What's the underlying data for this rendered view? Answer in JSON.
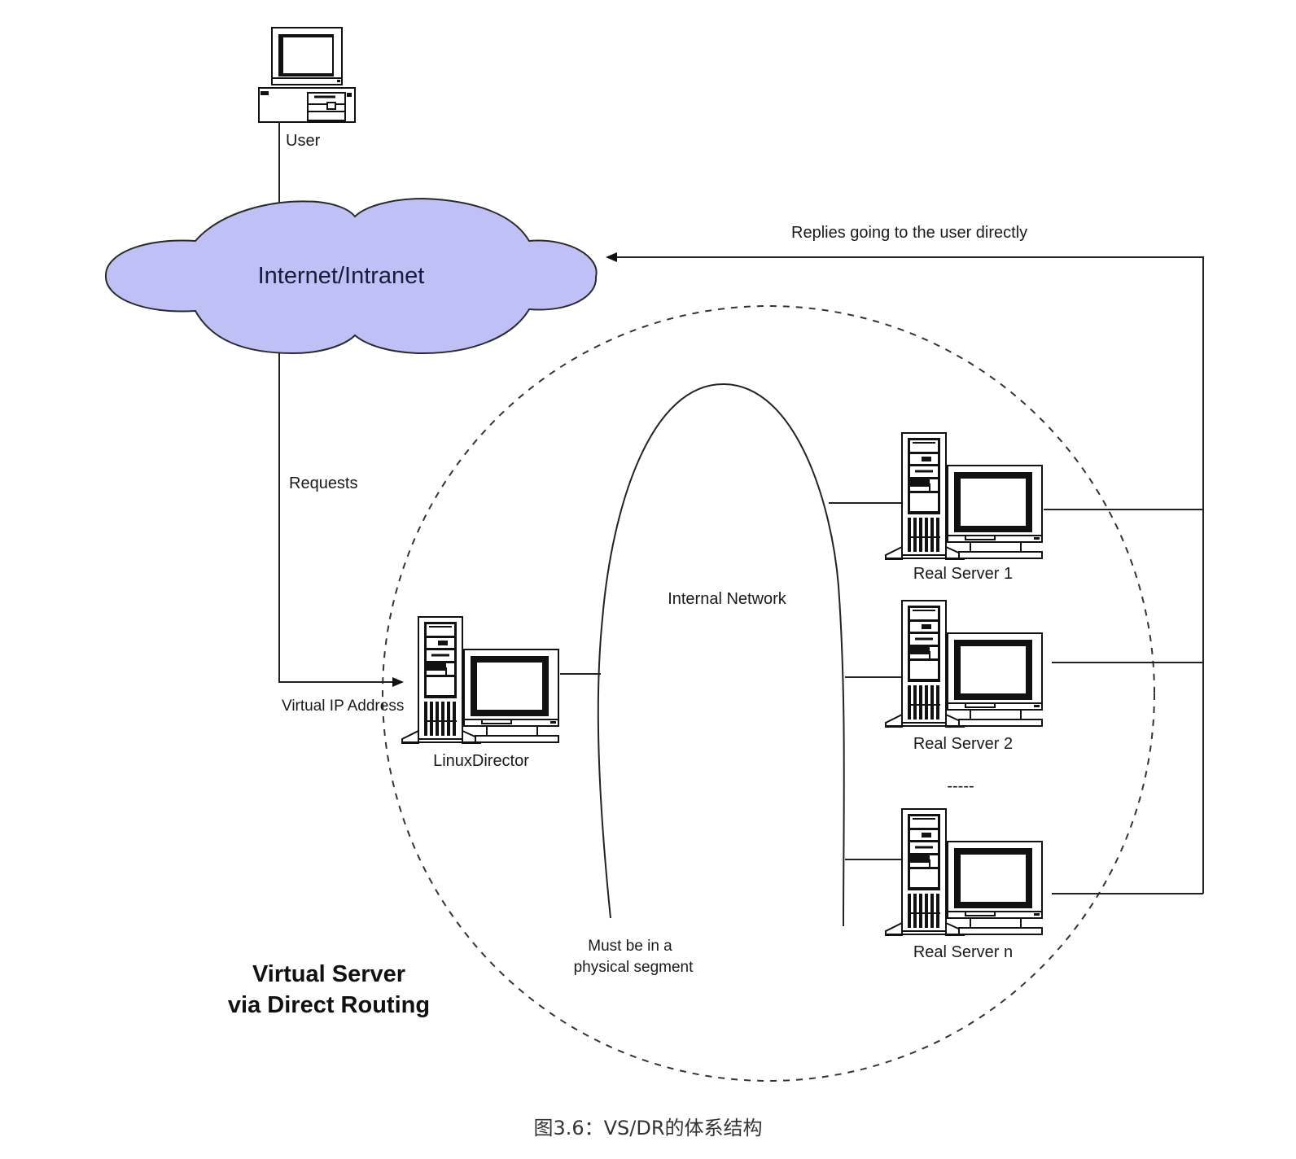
{
  "diagram": {
    "title_line1": "Virtual Server",
    "title_line2": "via Direct Routing",
    "cloud_label": "Internet/Intranet",
    "cloud_fill": "#bfc0f5",
    "user_label": "User",
    "requests_label": "Requests",
    "replies_label": "Replies going to the user directly",
    "vip_label": "Virtual IP Address",
    "director_label": "LinuxDirector",
    "internal_network_label": "Internal Network",
    "segment_line1": "Must be in a",
    "segment_line2": "physical segment",
    "ellipsis_label": "-----",
    "servers": [
      {
        "label": "Real Server 1"
      },
      {
        "label": "Real Server 2"
      },
      {
        "label": "Real Server n"
      }
    ]
  },
  "caption": "图3.6：VS/DR的体系结构"
}
